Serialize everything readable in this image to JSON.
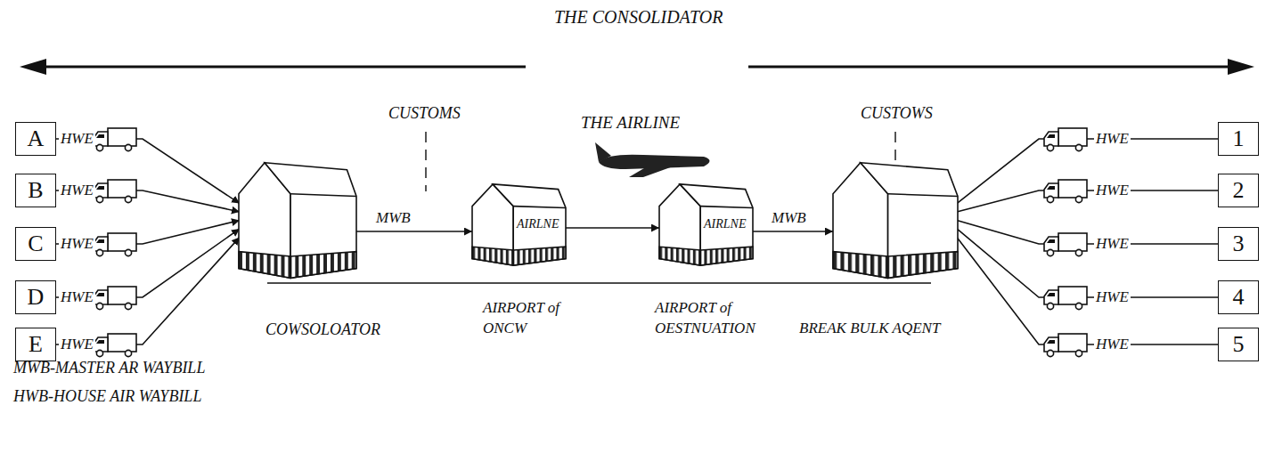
{
  "diagram": {
    "nodes": [
      {
        "text": [
          "A"
        ]
      },
      {
        "text": [
          "B"
        ]
      },
      {
        "text": [
          "C"
        ]
      },
      {
        "text": [
          "D"
        ]
      },
      {
        "text": [
          "E"
        ]
      },
      {
        "text": [
          "COWSOLOATOR"
        ]
      },
      {
        "text": [
          "AIRLNE",
          "AIRPORT of ONCW"
        ]
      },
      {
        "text": [
          "AIRLNE",
          "AIRPORT of OESTNUATION"
        ]
      },
      {
        "text": [
          "BREAK BULK AQENT"
        ]
      },
      {
        "text": [
          "1"
        ]
      },
      {
        "text": [
          "2"
        ]
      },
      {
        "text": [
          "3"
        ]
      },
      {
        "text": [
          "4"
        ]
      },
      {
        "text": [
          "5"
        ]
      }
    ],
    "edges": [
      {
        "from": 0,
        "to": 5,
        "label": "HWE",
        "arrow": "to"
      },
      {
        "from": 1,
        "to": 5,
        "label": "HWE",
        "arrow": "to"
      },
      {
        "from": 2,
        "to": 5,
        "label": "HWE",
        "arrow": "to"
      },
      {
        "from": 3,
        "to": 5,
        "label": "HWE",
        "arrow": "to"
      },
      {
        "from": 4,
        "to": 5,
        "label": "HWE",
        "arrow": "to"
      },
      {
        "from": 5,
        "to": 6,
        "label": "MWB",
        "arrow": "to"
      },
      {
        "from": 6,
        "to": 7,
        "arrow": "to"
      },
      {
        "from": 7,
        "to": 8,
        "label": "MWB",
        "arrow": "to"
      },
      {
        "from": 8,
        "to": 9,
        "label": "HWE",
        "arrow": "none"
      },
      {
        "from": 8,
        "to": 10,
        "label": "HWE",
        "arrow": "none"
      },
      {
        "from": 8,
        "to": 11,
        "label": "HWE",
        "arrow": "none"
      },
      {
        "from": 8,
        "to": 12,
        "label": "HWE",
        "arrow": "none"
      },
      {
        "from": 8,
        "to": 13,
        "label": "HWE",
        "arrow": "none"
      }
    ],
    "labels": [
      "THE CONSOLIDATOR",
      "THE AIRLINE",
      "CUSTOMS",
      "CUSTOWS",
      "MWB-MASTER AR WAYBILL",
      "HWB-HOUSE AIR WAYBILL"
    ]
  }
}
